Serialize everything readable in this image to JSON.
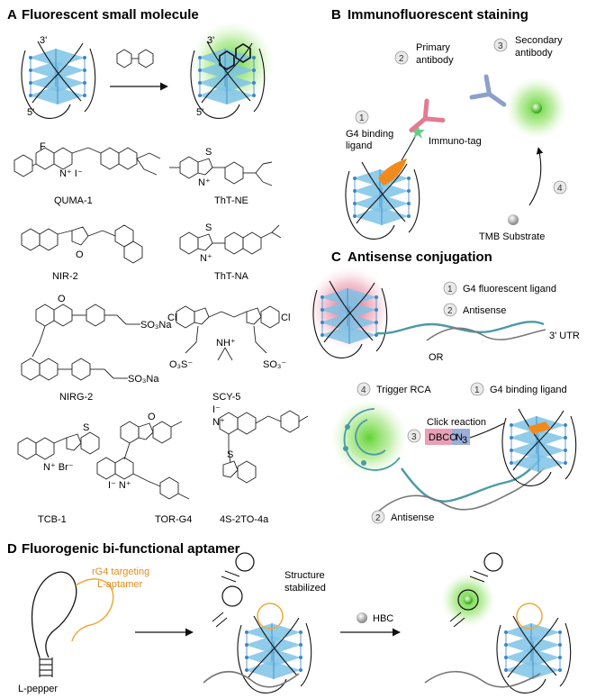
{
  "panels": {
    "a": {
      "letter": "A",
      "title": "Fluorescent small molecule",
      "prime3": "3'",
      "prime5": "5'",
      "compounds": [
        "QUMA-1",
        "ThT-NE",
        "NIR-2",
        "ThT-NA",
        "NIRG-2",
        "SCY-5",
        "TCB-1",
        "TOR-G4",
        "4S-2TO-4a"
      ]
    },
    "b": {
      "letter": "B",
      "title": "Immunofluorescent staining",
      "steps": [
        {
          "num": "1",
          "label_lines": [
            "G4 binding",
            "ligand"
          ]
        },
        {
          "num": "2",
          "label_lines": [
            "Primary",
            "antibody"
          ]
        },
        {
          "num": "3",
          "label_lines": [
            "Secondary",
            "antibody"
          ]
        },
        {
          "num": "4",
          "label_lines": [
            "TMB Substrate"
          ]
        }
      ],
      "immuno_tag": "Immuno-tag"
    },
    "c": {
      "letter": "C",
      "title": "Antisense conjugation",
      "top_steps": [
        {
          "num": "1",
          "label": "G4 fluorescent ligand"
        },
        {
          "num": "2",
          "label": "Antisense"
        }
      ],
      "utr": "3' UTR",
      "or": "OR",
      "bottom_steps": [
        {
          "num": "4",
          "label": "Trigger RCA"
        },
        {
          "num": "1",
          "label": "G4 binding ligand"
        },
        {
          "num": "3",
          "label": "Click reaction"
        },
        {
          "num": "2",
          "label": "Antisense"
        }
      ],
      "dbco": "DBCO",
      "n3": "N",
      "n3_sub": "3"
    },
    "d": {
      "letter": "D",
      "title": "Fluorogenic bi-functional aptamer",
      "aptamer_lines": [
        "rG4 targeting",
        "L-aptamer"
      ],
      "pepper": "L-pepper",
      "stabilized_lines": [
        "Structure",
        "stabilized"
      ],
      "hbc": "HBC"
    }
  },
  "colors": {
    "g4_blue": "#7ec3e6",
    "g4_dot": "#3a86c8",
    "glow_green": "#7be04a",
    "glow_red": "#e0506e",
    "primary_ab": "#e27b93",
    "secondary_ab": "#8d9fcb",
    "ligand_orange": "#f08a1c",
    "aptamer_orange": "#f0a838",
    "antisense_teal": "#4a9aa5",
    "tag_green": "#66cc8a"
  }
}
